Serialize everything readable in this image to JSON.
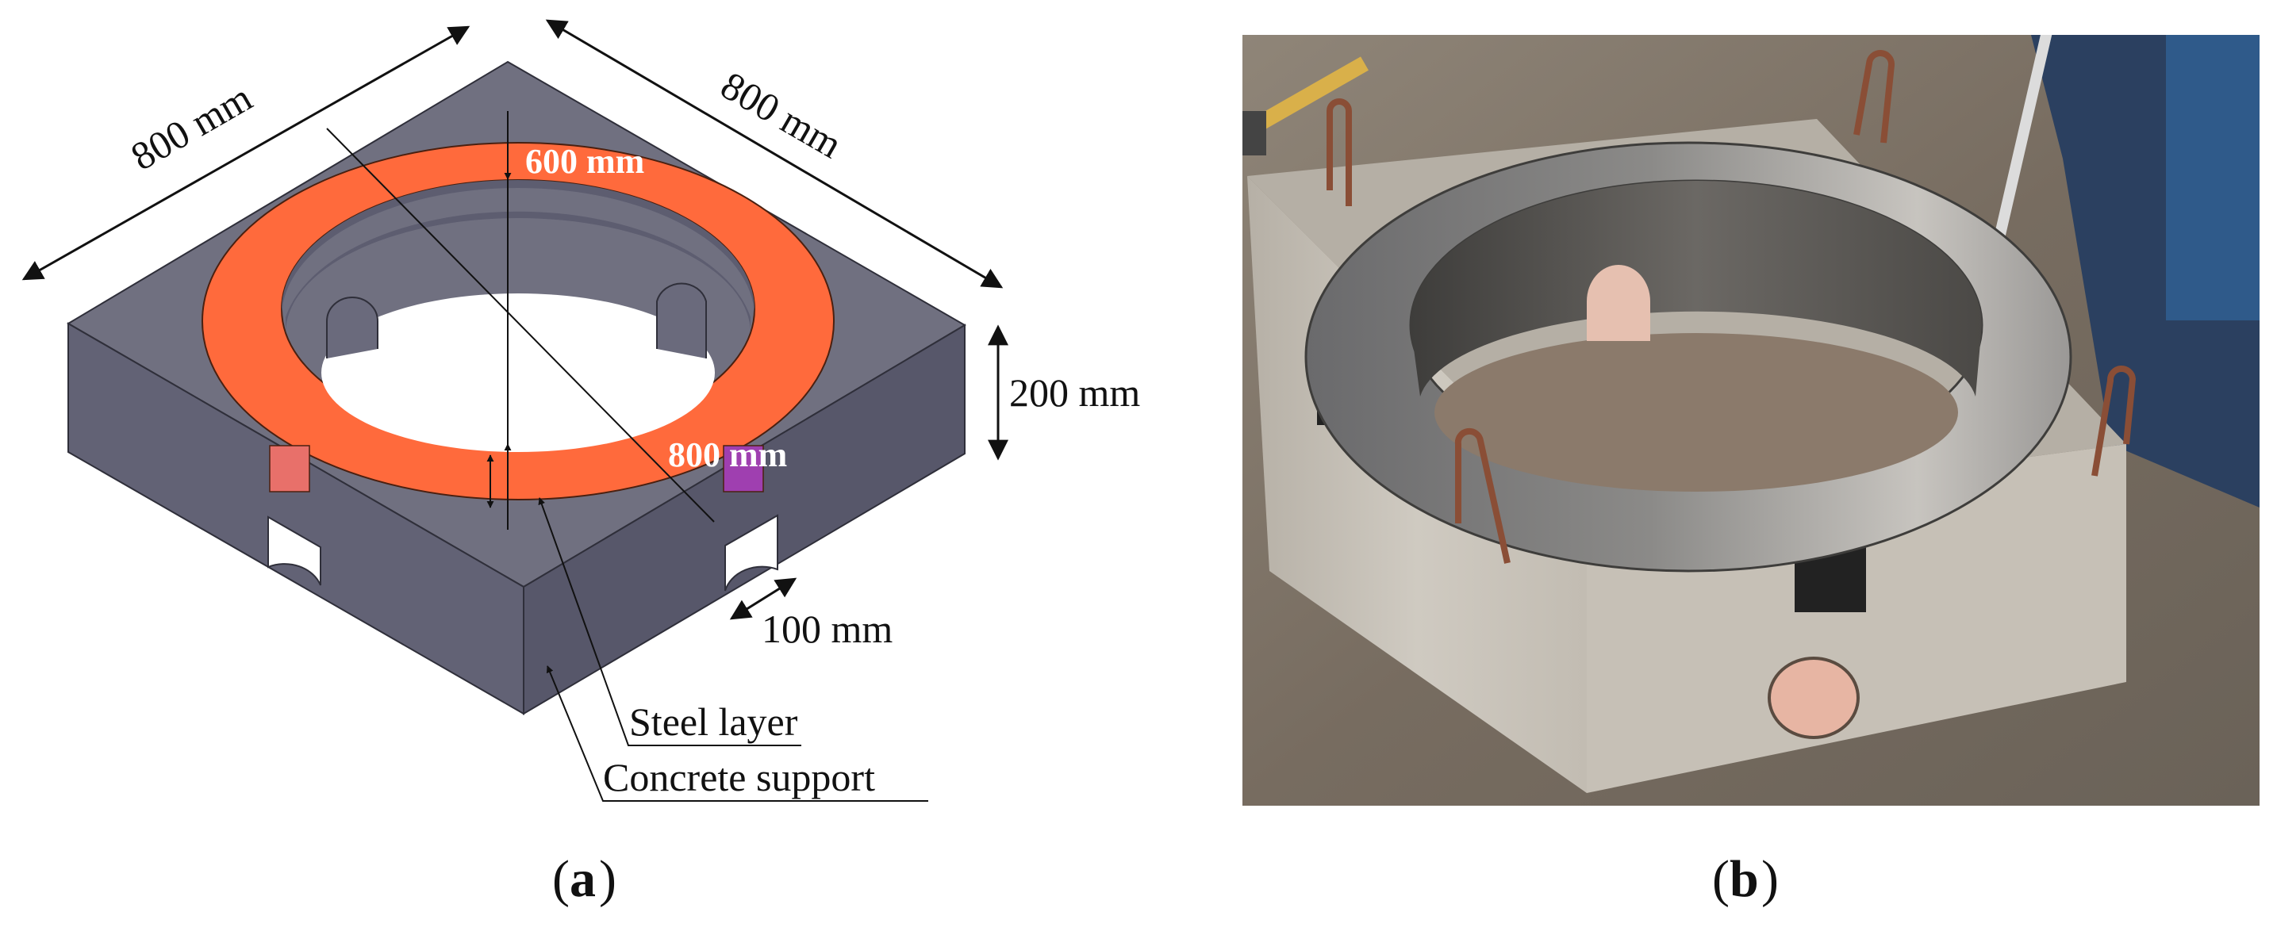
{
  "panel_a": {
    "dimensions": {
      "top_left": "800 mm",
      "top_right": "800 mm",
      "inner_diameter": "600 mm",
      "height": "200 mm",
      "outer_diameter": "800 mm",
      "ring_width": "100 mm"
    },
    "labels": {
      "steel": "Steel layer",
      "concrete": "Concrete support"
    },
    "caption_letter": "a"
  },
  "panel_b": {
    "caption_letter": "b"
  },
  "colors": {
    "steel_ring": "#ff6a3c",
    "concrete_top": "#707080",
    "concrete_side": "#5a5a6c"
  }
}
